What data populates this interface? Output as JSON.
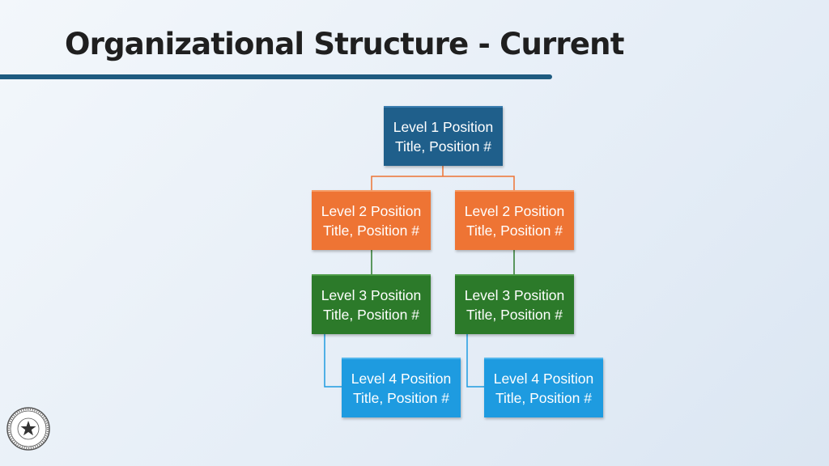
{
  "slide": {
    "title": "Organizational Structure - Current"
  },
  "colors": {
    "level1": "#1f5f8b",
    "level2": "#ee7434",
    "level3": "#2c7a2a",
    "level4": "#1e9be0",
    "title_rule": "#1e5b80"
  },
  "org_chart": {
    "level1": {
      "line1": "Level 1 Position",
      "line2": "Title, Position #"
    },
    "level2_left": {
      "line1": "Level 2 Position",
      "line2": "Title, Position #"
    },
    "level2_right": {
      "line1": "Level 2 Position",
      "line2": "Title, Position #"
    },
    "level3_left": {
      "line1": "Level 3 Position",
      "line2": "Title, Position #"
    },
    "level3_right": {
      "line1": "Level 3 Position",
      "line2": "Title, Position #"
    },
    "level4_left": {
      "line1": "Level 4 Position",
      "line2": "Title, Position #"
    },
    "level4_right": {
      "line1": "Level 4 Position",
      "line2": "Title, Position #"
    }
  },
  "footer": {
    "seal_icon": "county-seal-icon"
  }
}
